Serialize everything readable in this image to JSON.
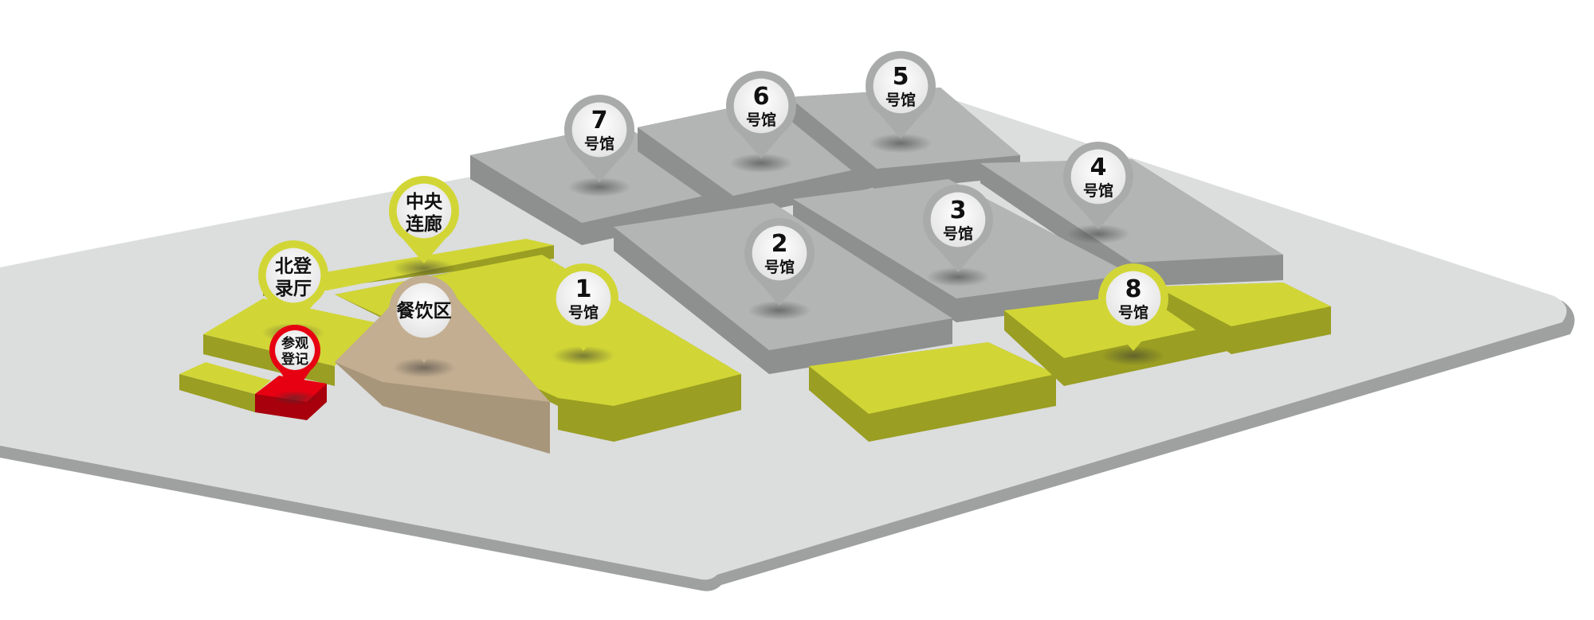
{
  "venue": {
    "halls": [
      {
        "id": "7",
        "number": "7",
        "label": "号馆",
        "status": "gray"
      },
      {
        "id": "6",
        "number": "6",
        "label": "号馆",
        "status": "gray"
      },
      {
        "id": "5",
        "number": "5",
        "label": "号馆",
        "status": "gray"
      },
      {
        "id": "4",
        "number": "4",
        "label": "号馆",
        "status": "gray"
      },
      {
        "id": "3",
        "number": "3",
        "label": "号馆",
        "status": "gray"
      },
      {
        "id": "2",
        "number": "2",
        "label": "号馆",
        "status": "gray"
      },
      {
        "id": "1",
        "number": "1",
        "label": "号馆",
        "status": "active"
      },
      {
        "id": "8",
        "number": "8",
        "label": "号馆",
        "status": "active"
      }
    ],
    "areas": {
      "central_corridor": {
        "line1": "中央",
        "line2": "连廊"
      },
      "north_lobby": {
        "line1": "北登",
        "line2": "录厅"
      },
      "food_court": {
        "label": "餐饮区"
      },
      "registration": {
        "line1": "参观",
        "line2": "登记"
      }
    }
  },
  "colors": {
    "active": "#d1d636",
    "active_dark": "#9a9e22",
    "inactive": "#a9abaa",
    "inactive_dark": "#8e908f",
    "ground": "#dcdddd",
    "food": "#c3ae91",
    "registration": "#e60012"
  }
}
